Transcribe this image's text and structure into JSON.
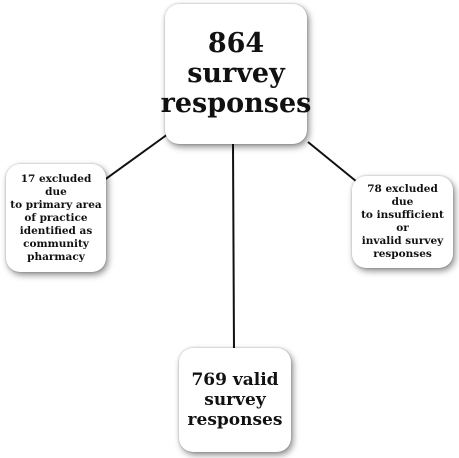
{
  "nodes": {
    "total": {
      "lines": [
        "864",
        "survey",
        "responses"
      ]
    },
    "excluded_pharmacy": {
      "lines": [
        "17 excluded due",
        "to primary area",
        "of practice",
        "identified as",
        "community",
        "pharmacy"
      ]
    },
    "excluded_invalid": {
      "lines": [
        "78 excluded due",
        "to insufficient or",
        "invalid survey",
        "responses"
      ]
    },
    "valid": {
      "lines": [
        "769 valid",
        "survey",
        "responses"
      ]
    }
  },
  "colors": {
    "line": "#111111",
    "box": "#ffffff",
    "text": "#111111"
  }
}
